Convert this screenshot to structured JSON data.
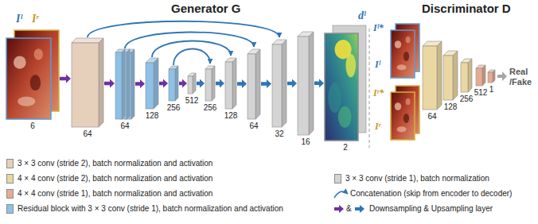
{
  "diagram": {
    "nodes": [
      {
        "text": [
          "Iˡ",
          "Iʳ",
          "6"
        ]
      },
      {
        "text": [
          "64"
        ]
      },
      {
        "text": [
          "64"
        ]
      },
      {
        "text": [
          "128"
        ]
      },
      {
        "text": [
          "256"
        ]
      },
      {
        "text": [
          "512"
        ]
      },
      {
        "text": [
          "256"
        ]
      },
      {
        "text": [
          "128"
        ]
      },
      {
        "text": [
          "64"
        ]
      },
      {
        "text": [
          "32"
        ]
      },
      {
        "text": [
          "16"
        ]
      },
      {
        "text": [
          "dˡ",
          "2"
        ]
      },
      {
        "text": [
          "Iˡ*",
          "Iˡ",
          "Iʳ*",
          "Iʳ"
        ]
      },
      {
        "text": [
          "64"
        ]
      },
      {
        "text": [
          "128"
        ]
      },
      {
        "text": [
          "256"
        ]
      },
      {
        "text": [
          "512"
        ]
      },
      {
        "text": [
          "1"
        ]
      }
    ],
    "edges": [
      {
        "from": 0,
        "to": 1,
        "arrow": "to"
      },
      {
        "from": 1,
        "to": 2,
        "arrow": "to"
      },
      {
        "from": 2,
        "to": 3,
        "arrow": "to"
      },
      {
        "from": 3,
        "to": 4,
        "arrow": "to"
      },
      {
        "from": 4,
        "to": 5,
        "arrow": "to"
      },
      {
        "from": 5,
        "to": 6,
        "arrow": "to"
      },
      {
        "from": 6,
        "to": 7,
        "arrow": "to"
      },
      {
        "from": 7,
        "to": 8,
        "arrow": "to"
      },
      {
        "from": 8,
        "to": 9,
        "arrow": "to"
      },
      {
        "from": 9,
        "to": 10,
        "arrow": "to"
      },
      {
        "from": 10,
        "to": 11,
        "arrow": "to"
      },
      {
        "from": 1,
        "to": 9,
        "arrow": "to"
      },
      {
        "from": 2,
        "to": 8,
        "arrow": "to"
      },
      {
        "from": 3,
        "to": 7,
        "arrow": "to"
      },
      {
        "from": 4,
        "to": 6,
        "arrow": "to"
      }
    ],
    "labels": [
      "Generator G",
      "Discriminator D",
      "Real /Fake",
      "&"
    ],
    "legend": [
      {
        "text": "3 × 3 conv (stride 2), batch normalization and activation",
        "color": "#e6cfbb"
      },
      {
        "text": "4 × 4 conv (stride 2), batch normalization and activation",
        "color": "#ebd7a1"
      },
      {
        "text": "4 × 4 conv (stride 1), batch normalization and activation",
        "color": "#e7ab93"
      },
      {
        "text": "Residual block with 3 × 3 conv (stride 1), batch normalization and activation",
        "color": "#8ec1e8"
      },
      {
        "text": "3 × 3 conv (stride 1), batch normalization",
        "color": "#d4d4d4"
      },
      {
        "text": "Concatenation (skip from encoder to decoder)"
      },
      {
        "text": "Downsampling & Upsampling layer"
      }
    ]
  }
}
